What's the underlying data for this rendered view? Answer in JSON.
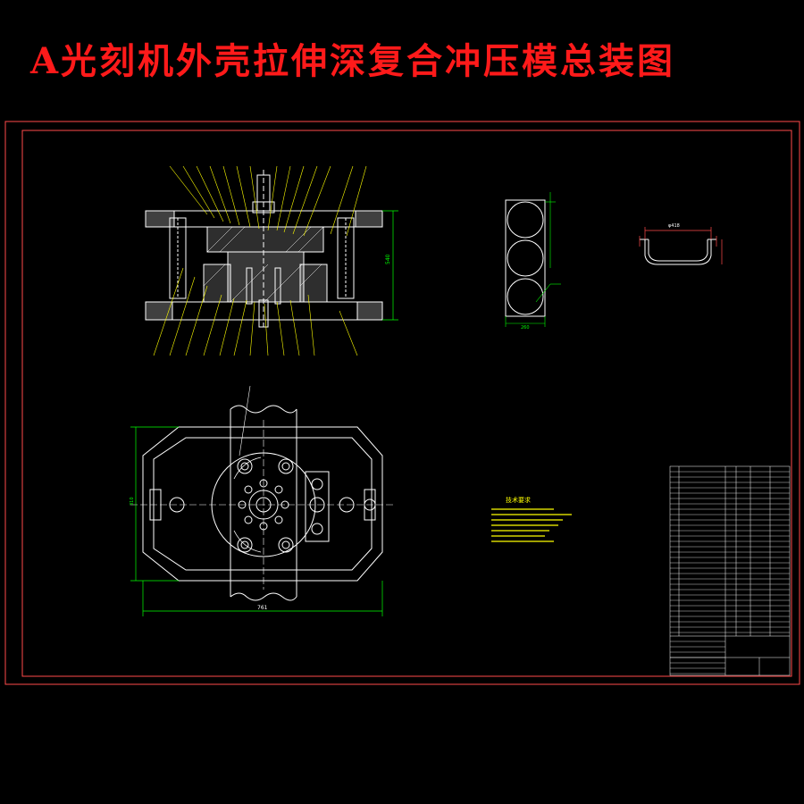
{
  "title": "A光刻机外壳拉伸深复合冲压模总装图",
  "colors": {
    "background": "#000000",
    "title": "#ff1a1a",
    "frame": "#ff4a4a",
    "geometry": "#ffffff",
    "dimension": "#00ff00",
    "leader": "#ffff00",
    "table": "#ffffff"
  },
  "dimensions": {
    "overall_width": "761",
    "strip_width": "260",
    "part_diameter": "φ418",
    "section_height": "540",
    "plan_height": "310"
  },
  "technical_requirements": {
    "heading": "技术要求"
  }
}
